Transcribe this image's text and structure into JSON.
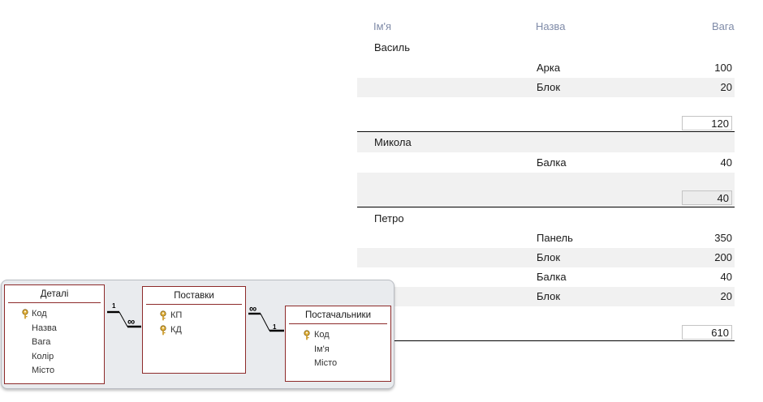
{
  "report": {
    "headers": {
      "name": "Ім'я",
      "title": "Назва",
      "weight": "Вага"
    },
    "groups": [
      {
        "supplier": "Василь",
        "rows": [
          {
            "part": "Арка",
            "weight": "100"
          },
          {
            "part": "Блок",
            "weight": "20"
          }
        ],
        "total": "120"
      },
      {
        "supplier": "Микола",
        "rows": [
          {
            "part": "Балка",
            "weight": "40"
          }
        ],
        "total": "40"
      },
      {
        "supplier": "Петро",
        "rows": [
          {
            "part": "Панель",
            "weight": "350"
          },
          {
            "part": "Блок",
            "weight": "200"
          },
          {
            "part": "Балка",
            "weight": "40"
          },
          {
            "part": "Блок",
            "weight": "20"
          }
        ],
        "total": "610"
      }
    ]
  },
  "diagram": {
    "tables": [
      {
        "title": "Деталі",
        "fields": [
          {
            "name": "Код",
            "key": true
          },
          {
            "name": "Назва"
          },
          {
            "name": "Вага"
          },
          {
            "name": "Колір"
          },
          {
            "name": "Місто"
          }
        ]
      },
      {
        "title": "Поставки",
        "fields": [
          {
            "name": "КП",
            "key": true
          },
          {
            "name": "КД",
            "key": true
          }
        ]
      },
      {
        "title": "Постачальники",
        "fields": [
          {
            "name": "Код",
            "key": true
          },
          {
            "name": "Ім'я"
          },
          {
            "name": "Місто"
          }
        ]
      }
    ],
    "relations": [
      {
        "one": "1",
        "many": "∞"
      },
      {
        "one": "1",
        "many": "∞"
      }
    ],
    "key_icon": "key-icon",
    "border_color": "#8d2a2a",
    "panel_color": "#e9ebee"
  }
}
